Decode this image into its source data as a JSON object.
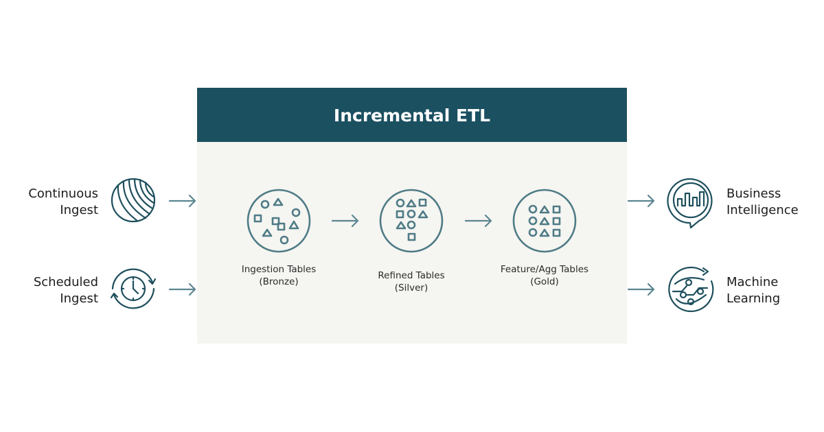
{
  "title": "Incremental ETL",
  "colors": {
    "header": "#1b5061",
    "panel": "#f5f5f1",
    "icon_dark": "#1e4f5d",
    "icon_mid": "#4e7b86",
    "arrow": "#5b8591"
  },
  "sources": [
    {
      "line1": "Continuous",
      "line2": "Ingest",
      "icon": "streaming-lines-icon"
    },
    {
      "line1": "Scheduled",
      "line2": "Ingest",
      "icon": "clock-cycle-icon"
    }
  ],
  "stages": [
    {
      "line1": "Ingestion Tables",
      "line2": "(Bronze)",
      "icon": "scattered-shapes-icon"
    },
    {
      "line1": "Refined Tables",
      "line2": "(Silver)",
      "icon": "partially-sorted-shapes-icon"
    },
    {
      "line1": "Feature/Agg Tables",
      "line2": "(Gold)",
      "icon": "sorted-shapes-icon"
    }
  ],
  "outputs": [
    {
      "line1": "Business",
      "line2": "Intelligence",
      "icon": "bar-chart-bubble-icon"
    },
    {
      "line1": "Machine",
      "line2": "Learning",
      "icon": "circuit-cycle-icon"
    }
  ]
}
